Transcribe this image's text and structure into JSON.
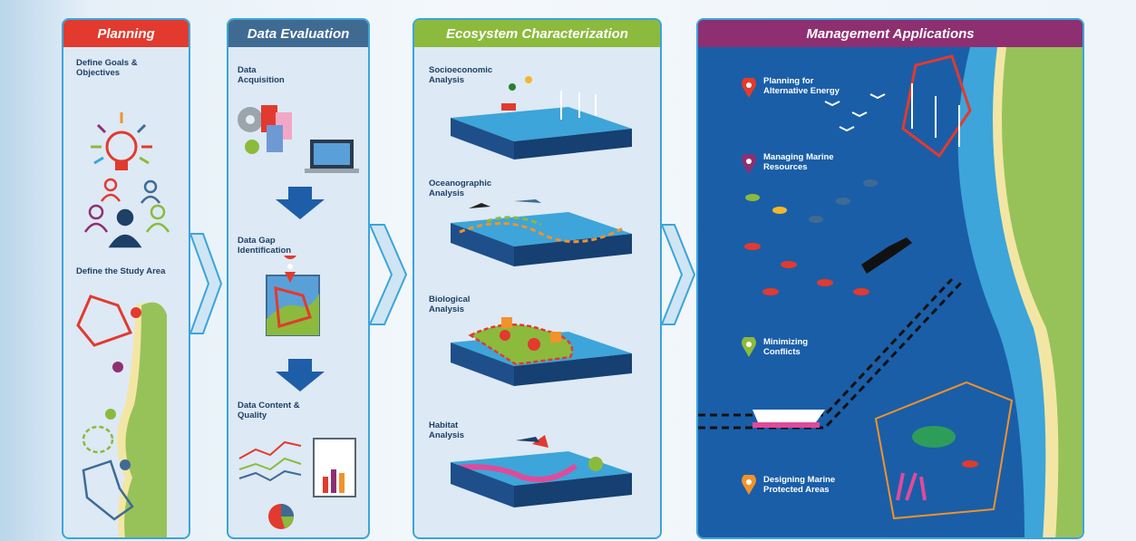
{
  "panels": {
    "planning": {
      "title": "Planning",
      "color": "#e23a2e",
      "labels": [
        "Define Goals &\nObjectives",
        "Define the Study Area"
      ]
    },
    "data_evaluation": {
      "title": "Data Evaluation",
      "color": "#3f6b93",
      "labels": [
        "Data\nAcquisition",
        "Data Gap\nIdentification",
        "Data Content &\nQuality"
      ]
    },
    "ecosystem": {
      "title": "Ecosystem Characterization",
      "color": "#8cba3c",
      "labels": [
        "Socioeconomic\nAnalysis",
        "Oceanographic\nAnalysis",
        "Biological\nAnalysis",
        "Habitat\nAnalysis"
      ]
    },
    "management": {
      "title": "Management Applications",
      "color": "#8e2f72",
      "labels": [
        "Planning for\nAlternative Energy",
        "Managing Marine\nResources",
        "Minimizing\nConflicts",
        "Designing Marine\nProtected Areas"
      ],
      "pin_colors": [
        "#e7392b",
        "#8e2f72",
        "#8cba3c",
        "#f2922a"
      ]
    }
  }
}
